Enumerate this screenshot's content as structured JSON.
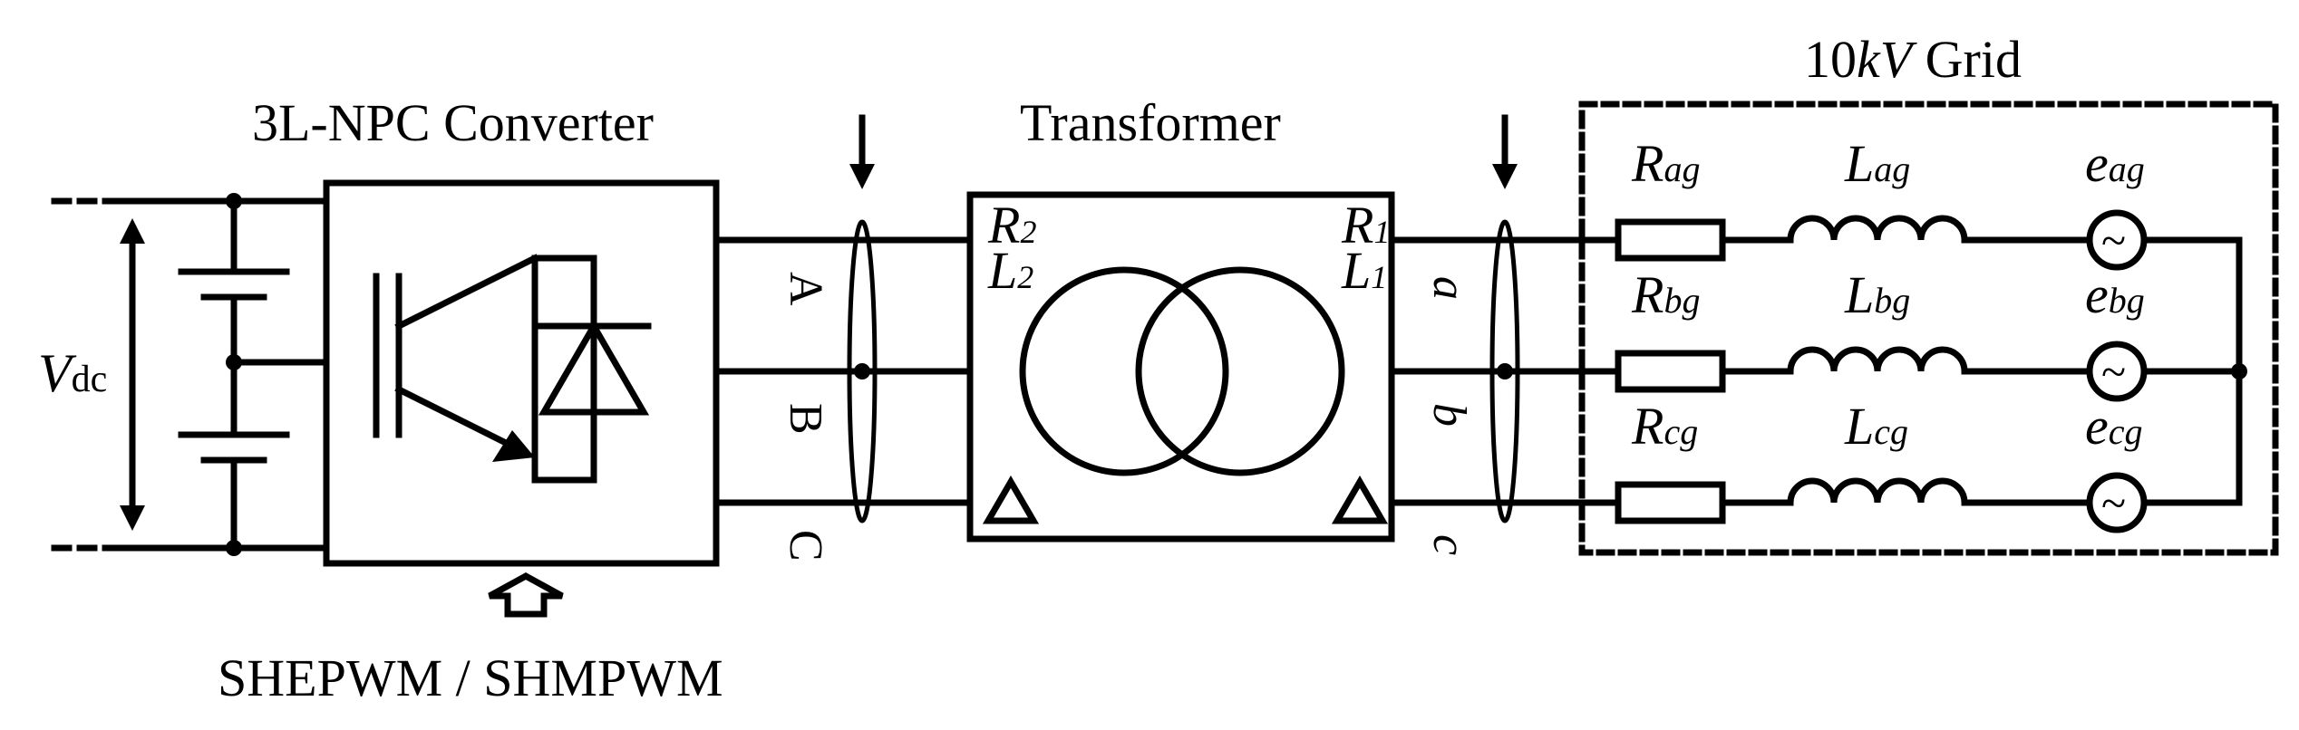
{
  "labels": {
    "converter": "3L-NPC Converter",
    "transformer": "Transformer",
    "grid_prefix": "10",
    "grid_unit": "kV",
    "grid_suffix": " Grid",
    "modulation": "SHEPWM / SHMPWM",
    "vdc_main": "V",
    "vdc_sub": "dc"
  },
  "phases_primary": [
    "A",
    "B",
    "C"
  ],
  "phases_secondary": [
    "a",
    "b",
    "c"
  ],
  "transformer_params": {
    "left_r": "R",
    "left_r_sub": "2",
    "left_l": "L",
    "left_l_sub": "2",
    "right_r": "R",
    "right_r_sub": "1",
    "right_l": "L",
    "right_l_sub": "1"
  },
  "grid_elements": [
    {
      "r": "R",
      "r_sub": "ag",
      "l": "L",
      "l_sub": "ag",
      "e": "e",
      "e_sub": "ag"
    },
    {
      "r": "R",
      "r_sub": "bg",
      "l": "L",
      "l_sub": "bg",
      "e": "e",
      "e_sub": "bg"
    },
    {
      "r": "R",
      "r_sub": "cg",
      "l": "L",
      "l_sub": "cg",
      "e": "e",
      "e_sub": "cg"
    }
  ],
  "symbols": {
    "delta": "△",
    "source": "~"
  }
}
